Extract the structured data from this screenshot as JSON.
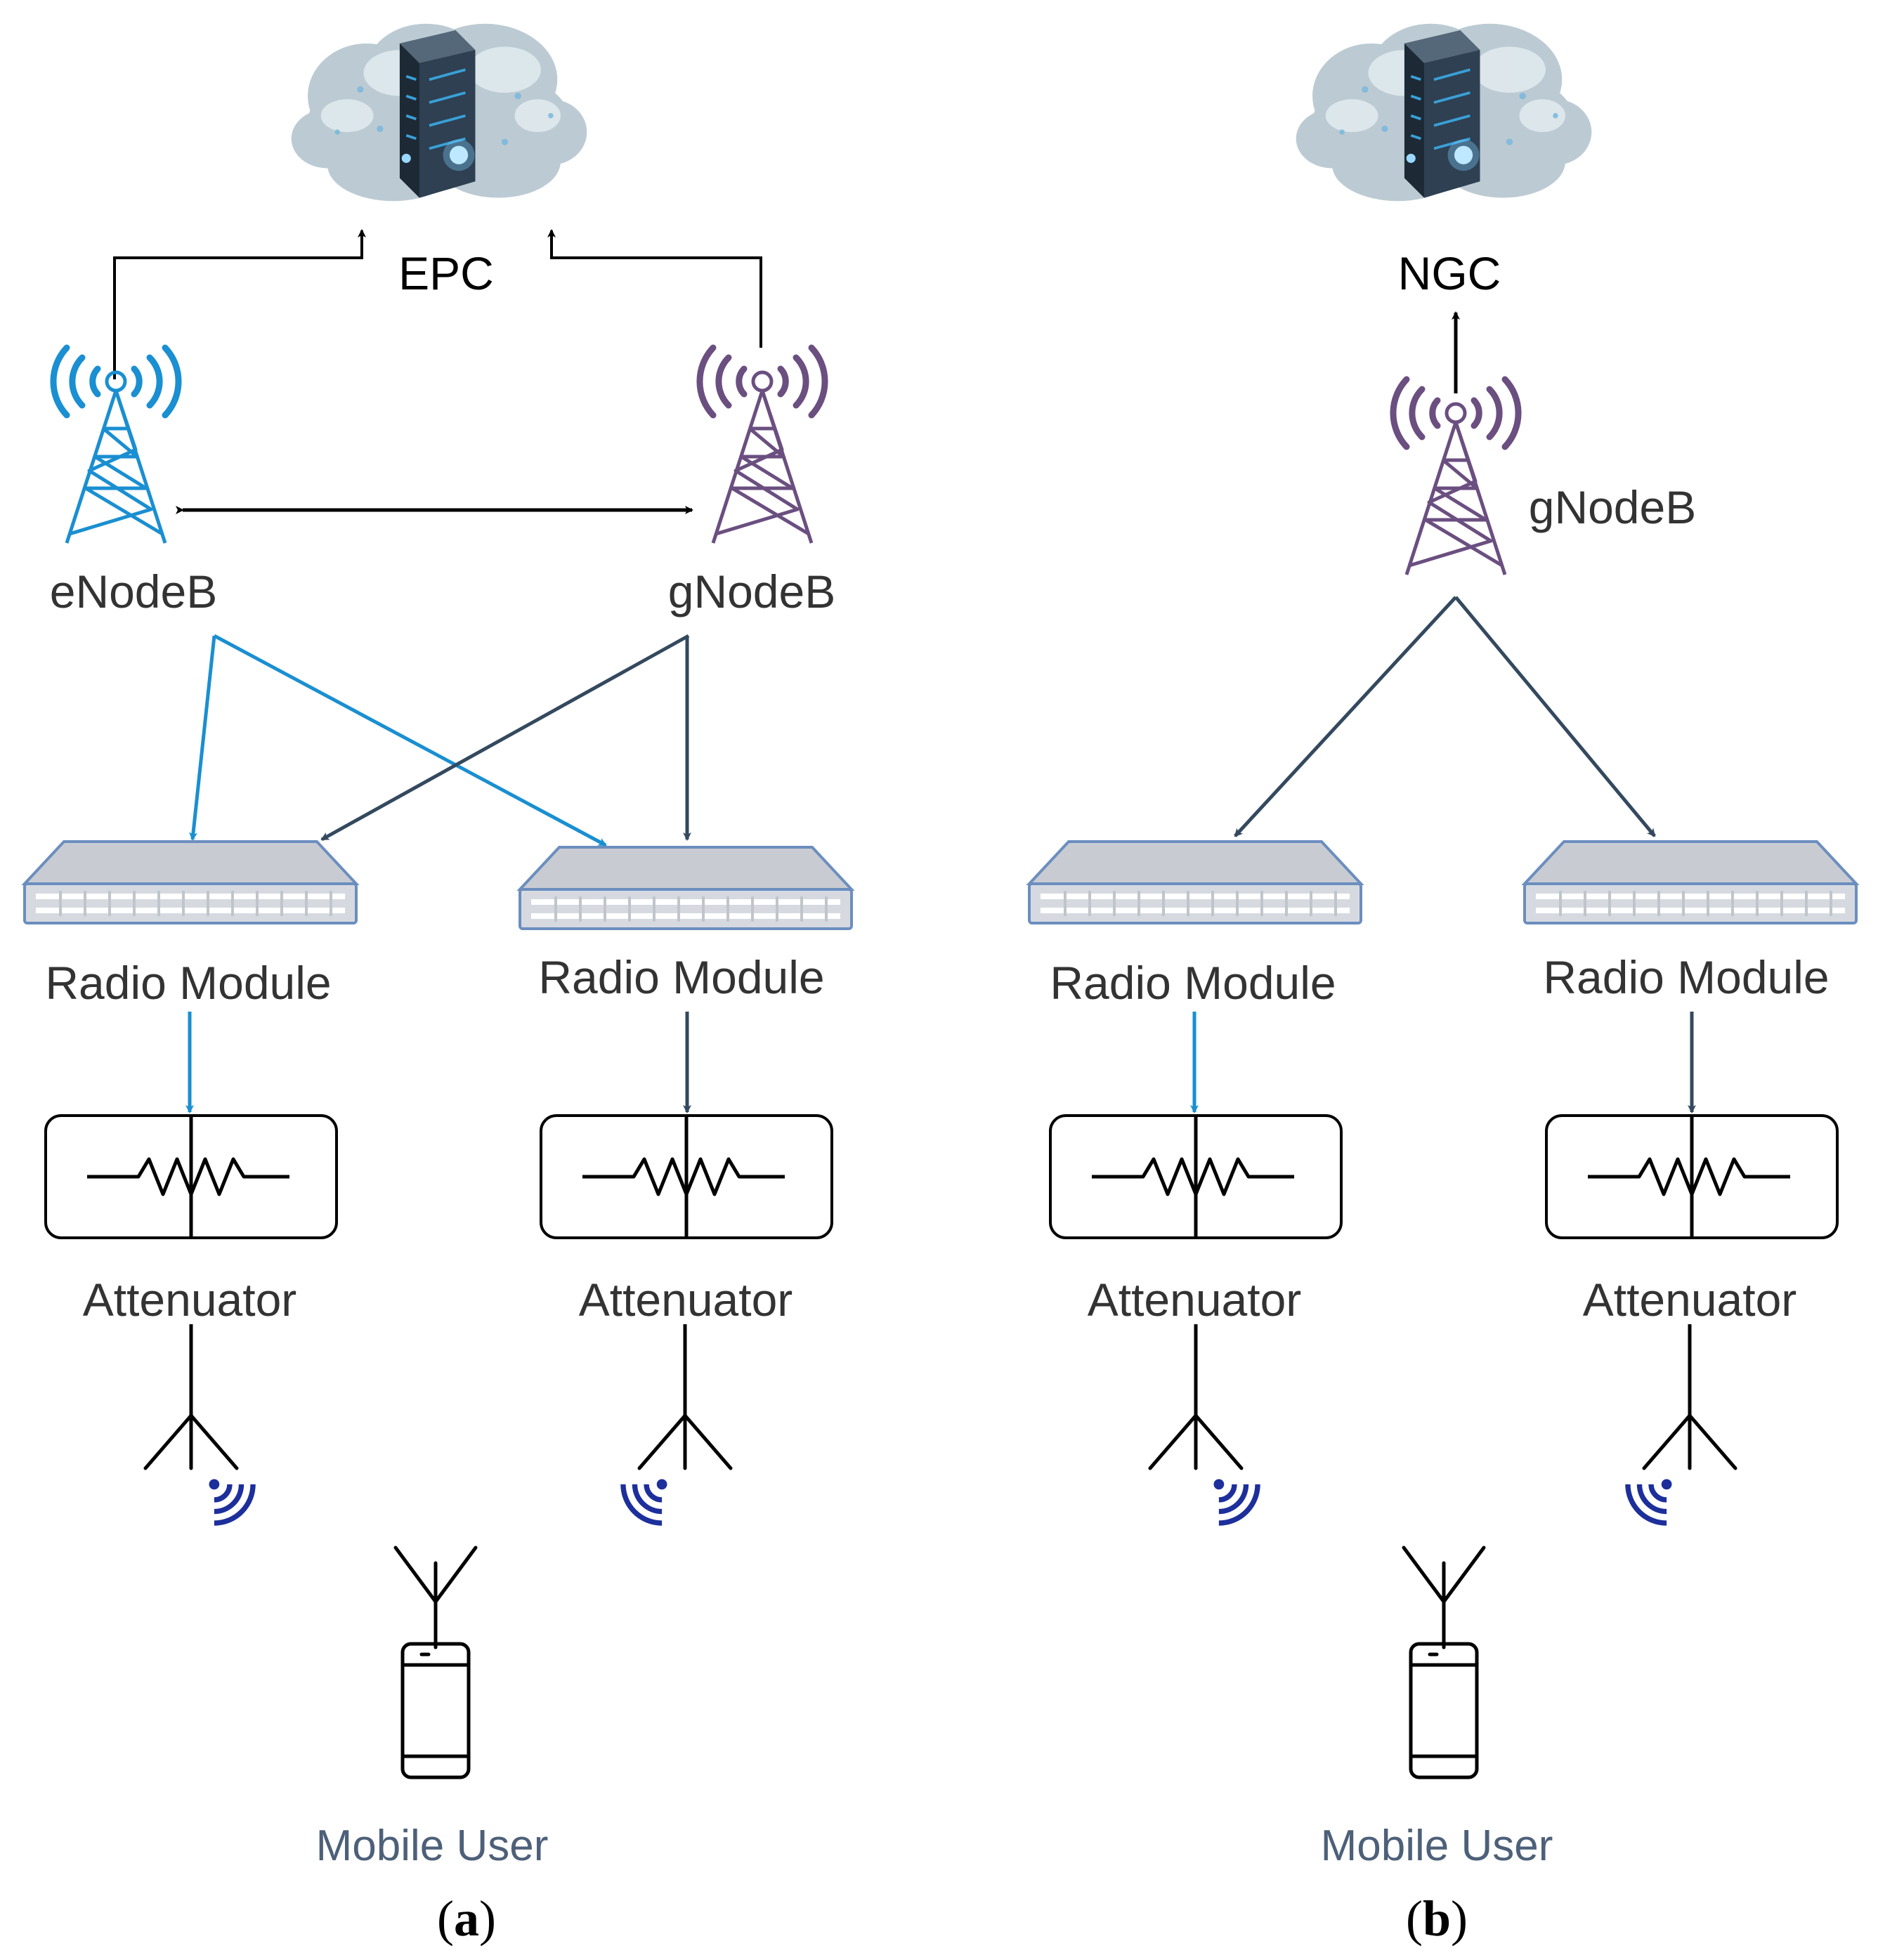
{
  "panel_a": {
    "core_label": "EPC",
    "enb_label": "eNodeB",
    "gnb_label": "gNodeB",
    "radio_left_label": "Radio Module",
    "radio_right_label": "Radio Module",
    "att_left_label": "Attenuator",
    "att_right_label": "Attenuator",
    "user_label": "Mobile User",
    "caption_open": "(",
    "caption_letter": "a",
    "caption_close": ")"
  },
  "panel_b": {
    "core_label": "NGC",
    "gnb_label": "gNodeB",
    "radio_left_label": "Radio Module",
    "radio_right_label": "Radio Module",
    "att_left_label": "Attenuator",
    "att_right_label": "Attenuator",
    "user_label": "Mobile User",
    "caption_open": "(",
    "caption_letter": "b",
    "caption_close": ")"
  },
  "colors": {
    "lte_blue": "#1a8fd1",
    "nr_purple": "#6b4f80",
    "link_slate": "#34495e",
    "black": "#000000",
    "wave_navy": "#1d2f9b",
    "router_fill": "#c9cdd3",
    "router_stroke": "#6c8ebf",
    "cloud": "#b8c8d0"
  },
  "icons": [
    "cloud-server-icon",
    "cell-tower-icon",
    "radio-module-icon",
    "attenuator-icon",
    "antenna-icon",
    "signal-wave-icon",
    "smartphone-icon"
  ]
}
